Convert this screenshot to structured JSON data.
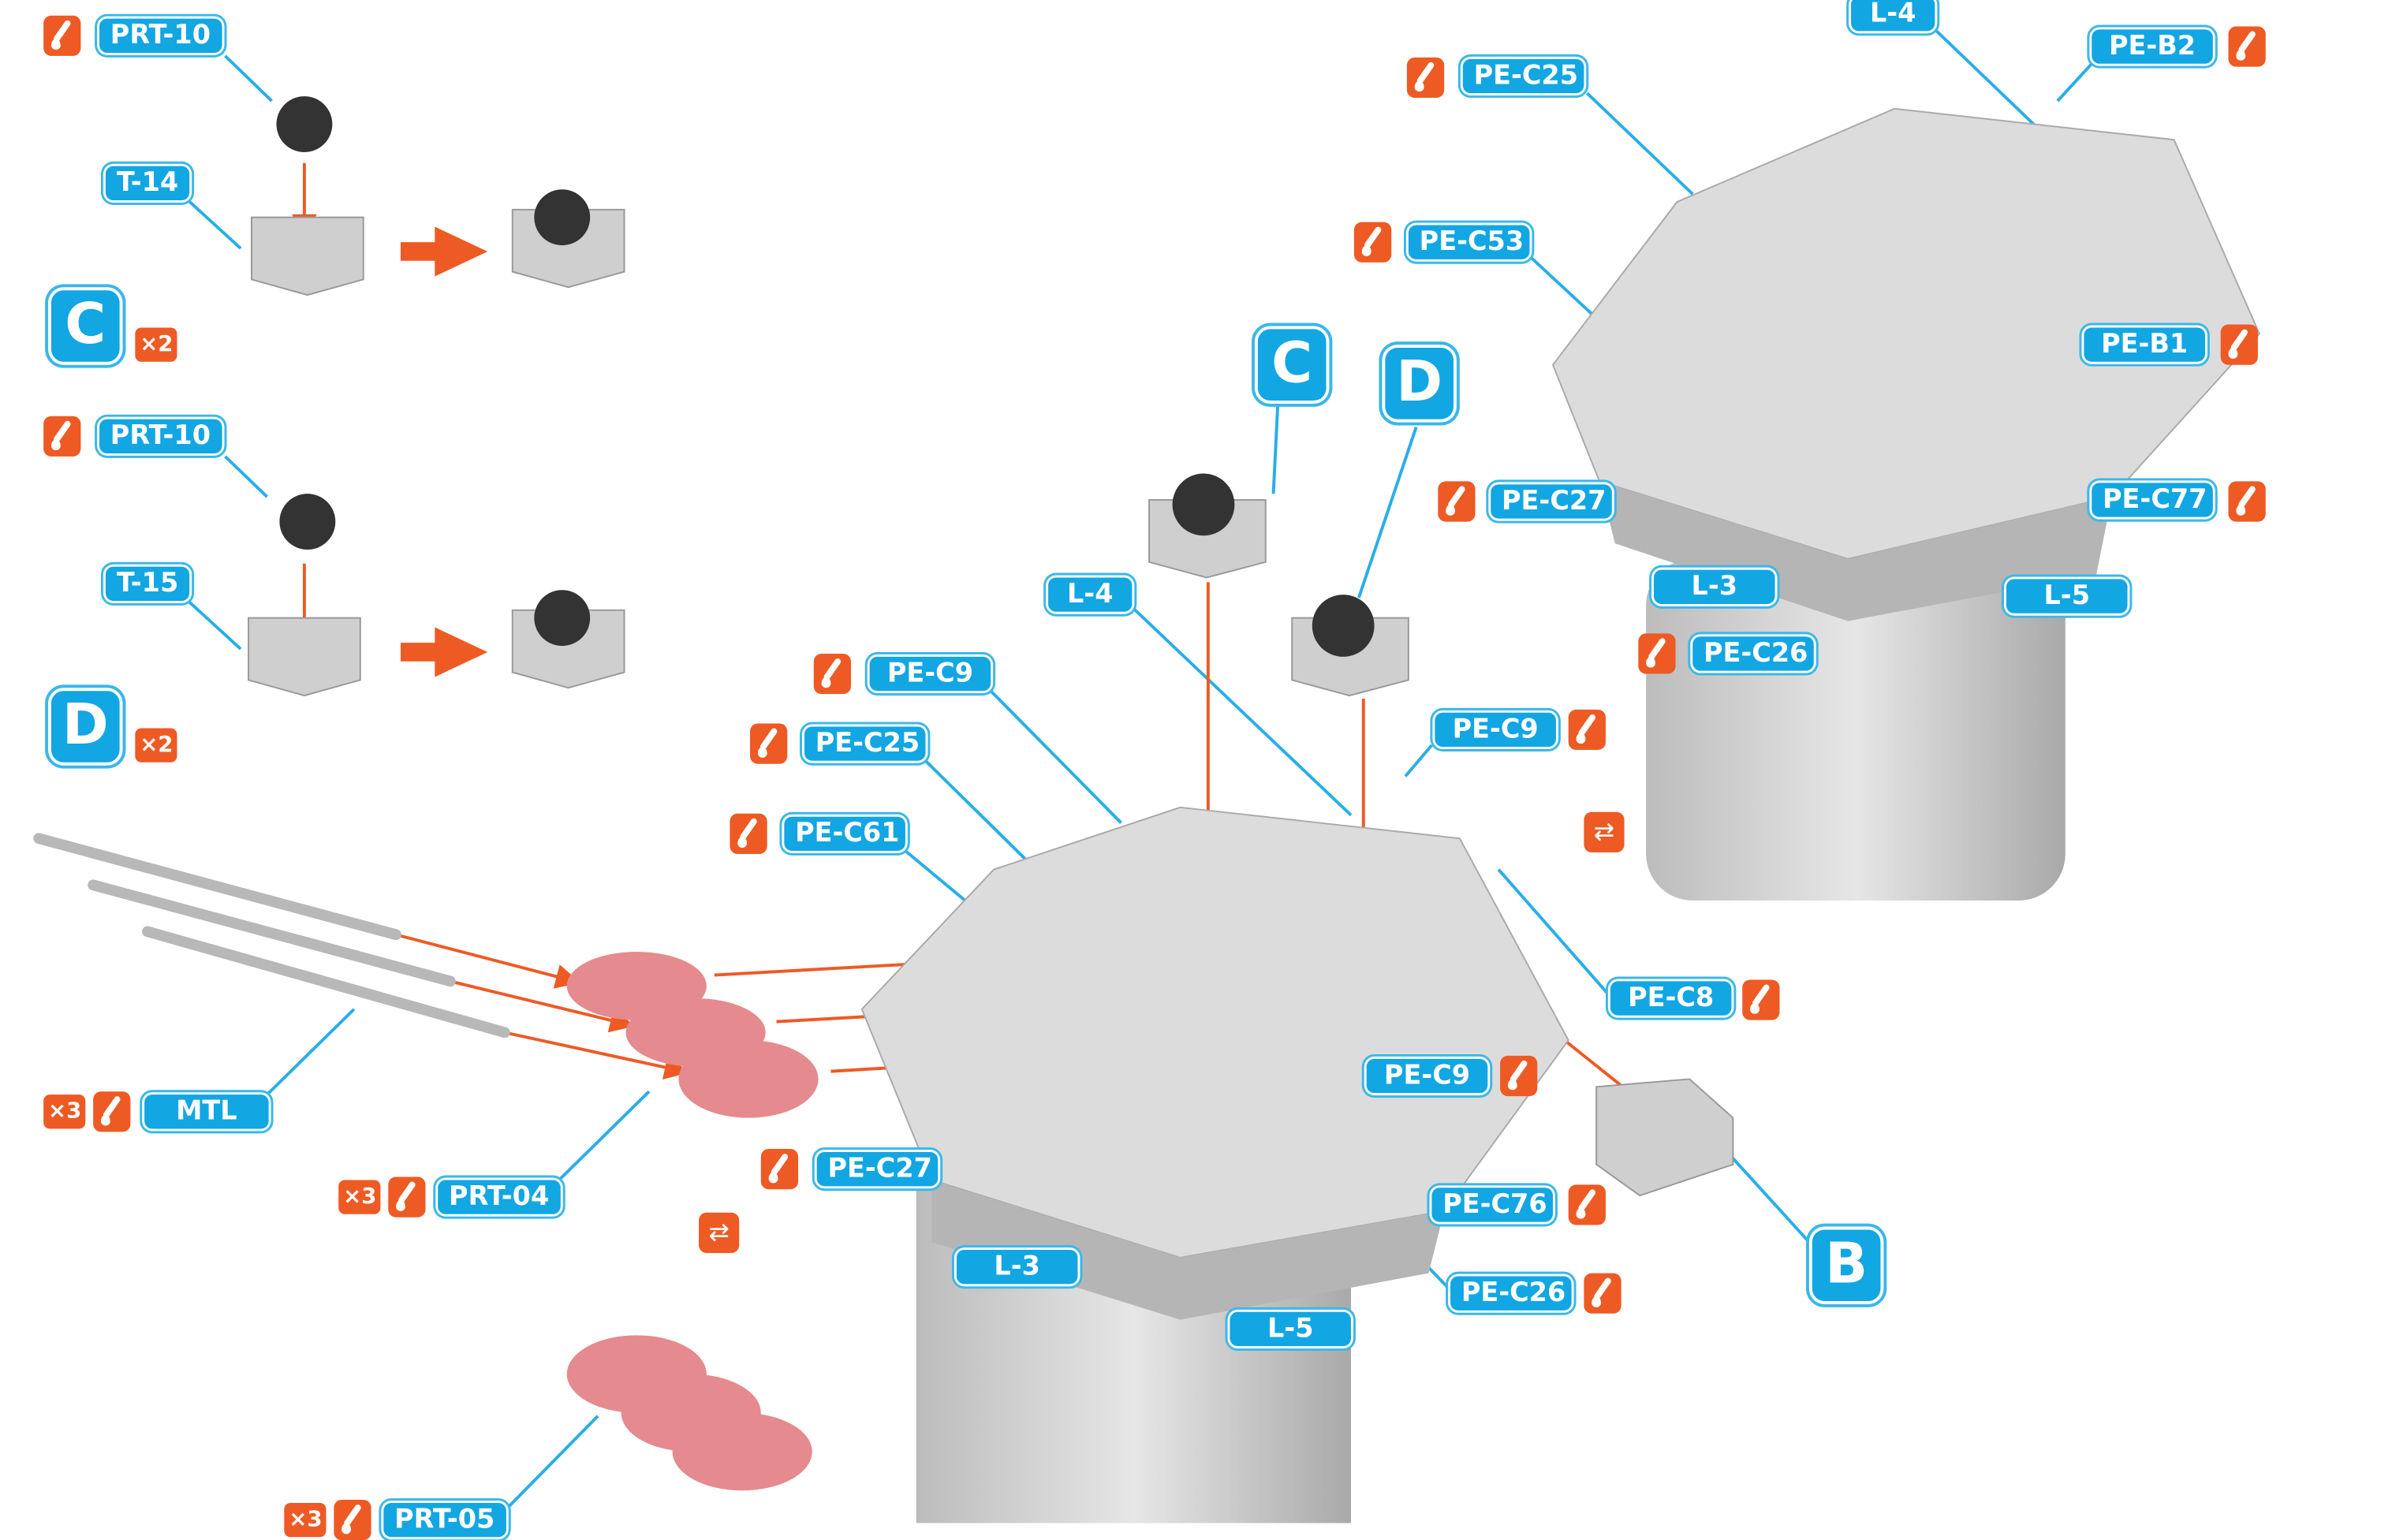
{
  "colors": {
    "label_blue": "#12a6e3",
    "glue_orange": "#ee5a24",
    "arrow_orange": "#ee5a24",
    "part_gray": "#d6d6d6",
    "barrel_pink": "#e58a8e"
  },
  "icons": {
    "glue": "glue-icon",
    "swap": "rotate-view-icon"
  },
  "subassembly_c": {
    "parts": [
      "PRT-10",
      "T-14"
    ],
    "marker": "C",
    "qty": "×2"
  },
  "subassembly_d": {
    "parts": [
      "PRT-10",
      "T-15"
    ],
    "marker": "D",
    "qty": "×2"
  },
  "guns": {
    "mtl": {
      "label": "MTL",
      "qty": "×3"
    },
    "prt04": {
      "label": "PRT-04",
      "qty": "×3"
    },
    "prt05": {
      "label": "PRT-05",
      "qty": "×3"
    }
  },
  "front_turret": {
    "labels": [
      "L-4",
      "PE-C9",
      "PE-C25",
      "PE-C61",
      "PE-C27",
      "L-3",
      "L-5",
      "PE-C9",
      "PE-C8",
      "PE-C9",
      "PE-C76",
      "PE-C26"
    ],
    "markers": [
      "C",
      "D",
      "B"
    ]
  },
  "rear_turret": {
    "labels": [
      "L-4",
      "PE-B2",
      "PE-C25",
      "PE-C53",
      "PE-B1",
      "PE-C27",
      "PE-C77",
      "L-3",
      "L-5",
      "PE-C26"
    ]
  }
}
